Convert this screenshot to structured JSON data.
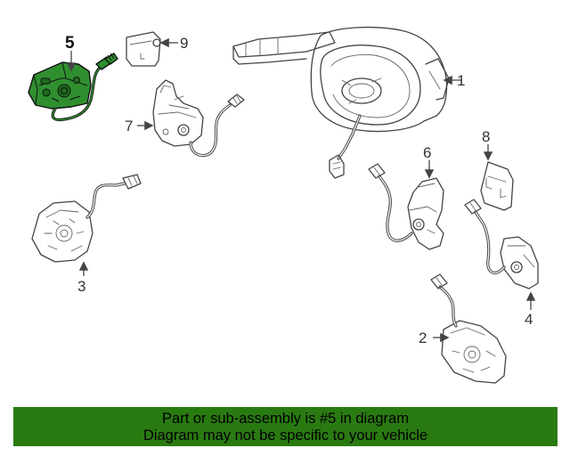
{
  "callouts": {
    "c1": "1",
    "c2": "2",
    "c3": "3",
    "c4": "4",
    "c5": "5",
    "c6": "6",
    "c7": "7",
    "c8": "8",
    "c9": "9"
  },
  "highlight": {
    "part_number": "5",
    "color": "#2f8f2f"
  },
  "banner": {
    "line1": "Part or sub-assembly is #5 in diagram",
    "line2": "Diagram may not be specific to your vehicle",
    "background": "#2a7a12"
  }
}
